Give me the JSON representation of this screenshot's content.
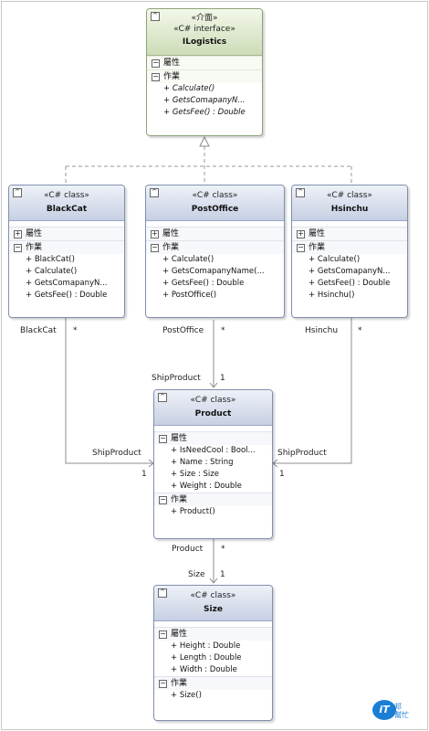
{
  "interface": {
    "stereo1": "«介面»",
    "stereo2": "«C# interface»",
    "name": "ILogistics",
    "sections": {
      "attrs": "屬性",
      "ops": "作業"
    },
    "ops": [
      "+ Calculate()",
      "+ GetsComapanyN...",
      "+ GetsFee() : Double"
    ]
  },
  "blackcat": {
    "stereo": "«C# class»",
    "name": "BlackCat",
    "attrs": "屬性",
    "ops_label": "作業",
    "ops": [
      "+ BlackCat()",
      "+ Calculate()",
      "+ GetsComapanyN...",
      "+ GetsFee() : Double"
    ]
  },
  "postoffice": {
    "stereo": "«C# class»",
    "name": "PostOffice",
    "attrs": "屬性",
    "ops_label": "作業",
    "ops": [
      "+ Calculate()",
      "+ GetsComapanyName(...",
      "+ GetsFee() : Double",
      "+ PostOffice()"
    ]
  },
  "hsinchu": {
    "stereo": "«C# class»",
    "name": "Hsinchu",
    "attrs": "屬性",
    "ops_label": "作業",
    "ops": [
      "+ Calculate()",
      "+ GetsComapanyN...",
      "+ GetsFee() : Double",
      "+ Hsinchu()"
    ]
  },
  "product": {
    "stereo": "«C# class»",
    "name": "Product",
    "attrs_label": "屬性",
    "ops_label": "作業",
    "attrs": [
      "+ IsNeedCool : Bool...",
      "+ Name : String",
      "+ Size : Size",
      "+ Weight : Double"
    ],
    "ops": [
      "+ Product()"
    ]
  },
  "size": {
    "stereo": "«C# class»",
    "name": "Size",
    "attrs_label": "屬性",
    "ops_label": "作業",
    "attrs": [
      "+ Height : Double",
      "+ Length : Double",
      "+ Width : Double"
    ],
    "ops": [
      "+ Size()"
    ]
  },
  "labels": {
    "blackcat_role": "BlackCat",
    "blackcat_mult": "*",
    "postoffice_role": "PostOffice",
    "postoffice_mult": "*",
    "hsinchu_role": "Hsinchu",
    "hsinchu_mult": "*",
    "ship_top_role": "ShipProduct",
    "ship_top_mult": "1",
    "ship_left_role": "ShipProduct",
    "ship_left_mult": "1",
    "ship_right_role": "ShipProduct",
    "ship_right_mult": "1",
    "product_role": "Product",
    "product_mult": "*",
    "size_role": "Size",
    "size_mult": "1"
  },
  "badge": {
    "logo": "iT",
    "text1": "邦",
    "text2": "幫忙"
  },
  "colors": {
    "class_border": "#7f8fae",
    "iface_border": "#8ea27a",
    "line": "#8c8c8c"
  }
}
